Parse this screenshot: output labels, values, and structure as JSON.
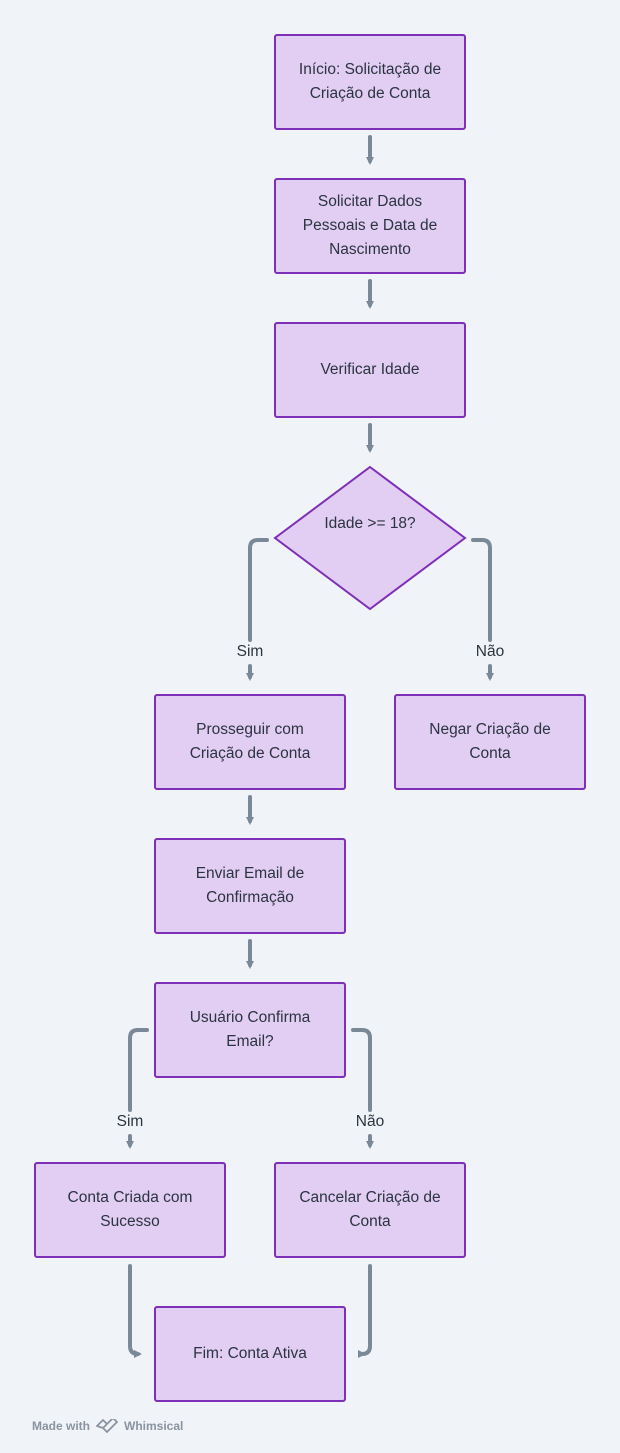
{
  "nodes": {
    "start": "Início: Solicitação de Criação de Conta",
    "request_data": "Solicitar Dados Pessoais e Data de Nascimento",
    "verify_age": "Verificar Idade",
    "age_decision": "Idade >= 18?",
    "proceed": "Prosseguir com Criação de Conta",
    "deny": "Negar Criação de Conta",
    "send_email": "Enviar Email de Confirmação",
    "user_confirms": "Usuário Confirma Email?",
    "success": "Conta Criada com Sucesso",
    "cancel": "Cancelar Criação de Conta",
    "end": "Fim: Conta Ativa"
  },
  "edge_labels": {
    "age_yes": "Sim",
    "age_no": "Não",
    "confirm_yes": "Sim",
    "confirm_no": "Não"
  },
  "footer": {
    "made_with": "Made with",
    "brand": "Whimsical"
  },
  "colors": {
    "node_fill": "#e2cdf3",
    "node_border": "#7e2fb8",
    "connector": "#7a8898",
    "background": "#f0f3f7"
  }
}
